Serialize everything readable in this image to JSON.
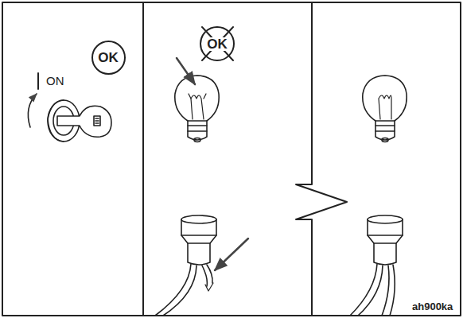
{
  "diagram": {
    "nodes": [
      {
        "text": [
          "OK"
        ]
      },
      {
        "text": [
          "OK"
        ]
      }
    ],
    "labels": [
      "ON",
      "ah900ka"
    ]
  }
}
